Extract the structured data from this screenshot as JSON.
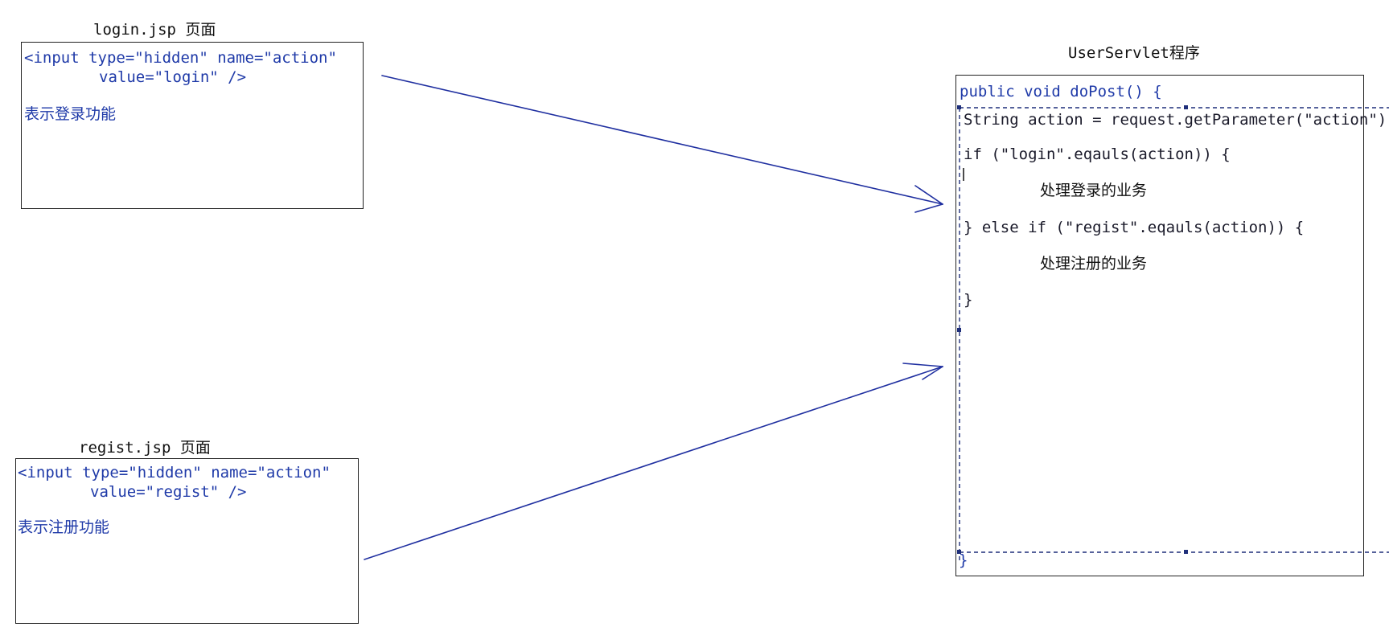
{
  "login_panel": {
    "caption": "login.jsp 页面",
    "code_line_1": "<input type=\"hidden\" name=\"action\"",
    "code_line_2": "value=\"login\" />",
    "description": "表示登录功能"
  },
  "regist_panel": {
    "caption": "regist.jsp 页面",
    "code_line_1": "<input type=\"hidden\" name=\"action\"",
    "code_line_2": "value=\"regist\" />",
    "description": "表示注册功能"
  },
  "servlet_panel": {
    "caption": "UserServlet程序",
    "lines": [
      "public void doPost() {",
      "String action = request.getParameter(\"action\");",
      "if (\"login\".eqauls(action)) {",
      "处理登录的业务",
      "} else if (\"regist\".eqauls(action)) {",
      "处理注册的业务",
      "}",
      "}"
    ]
  },
  "colors": {
    "code_blue": "#1f3aa8",
    "arrow_blue": "#1f2fa0",
    "border": "#222222"
  }
}
